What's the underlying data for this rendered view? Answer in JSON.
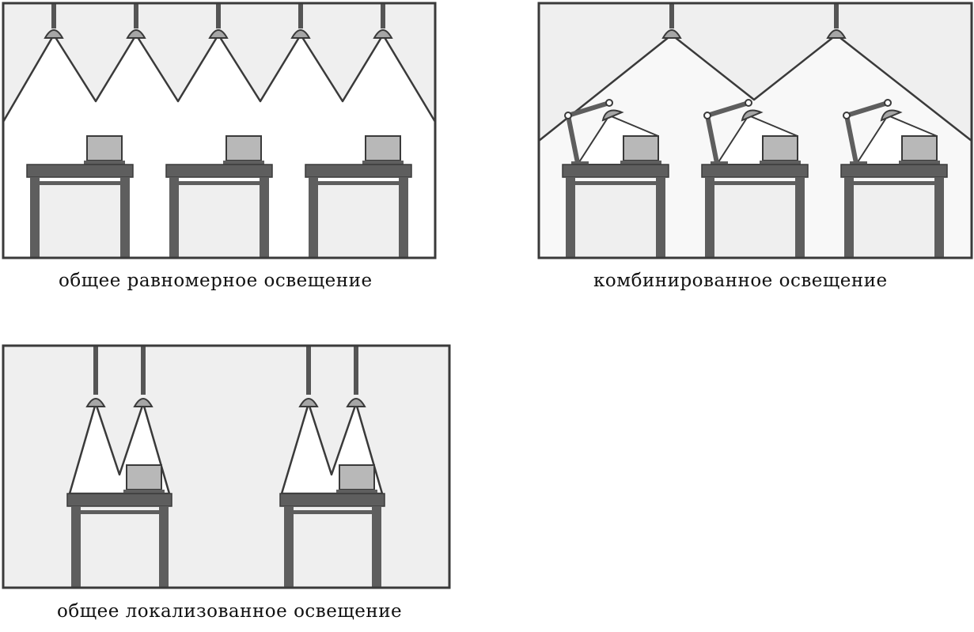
{
  "captions": {
    "uniform": "общее равномерное освещение",
    "combined": "комбинированное освещение",
    "localized": "общее локализованное освещение"
  },
  "colors": {
    "frame": "#3a3a3a",
    "panel_dark": "#efefef",
    "panel_light": "#f8f8f8",
    "light_area": "#ffffff",
    "table": "#5e5e5e",
    "lamp_shade": "#a6a6a6",
    "laptop": "#b8b8b8"
  }
}
